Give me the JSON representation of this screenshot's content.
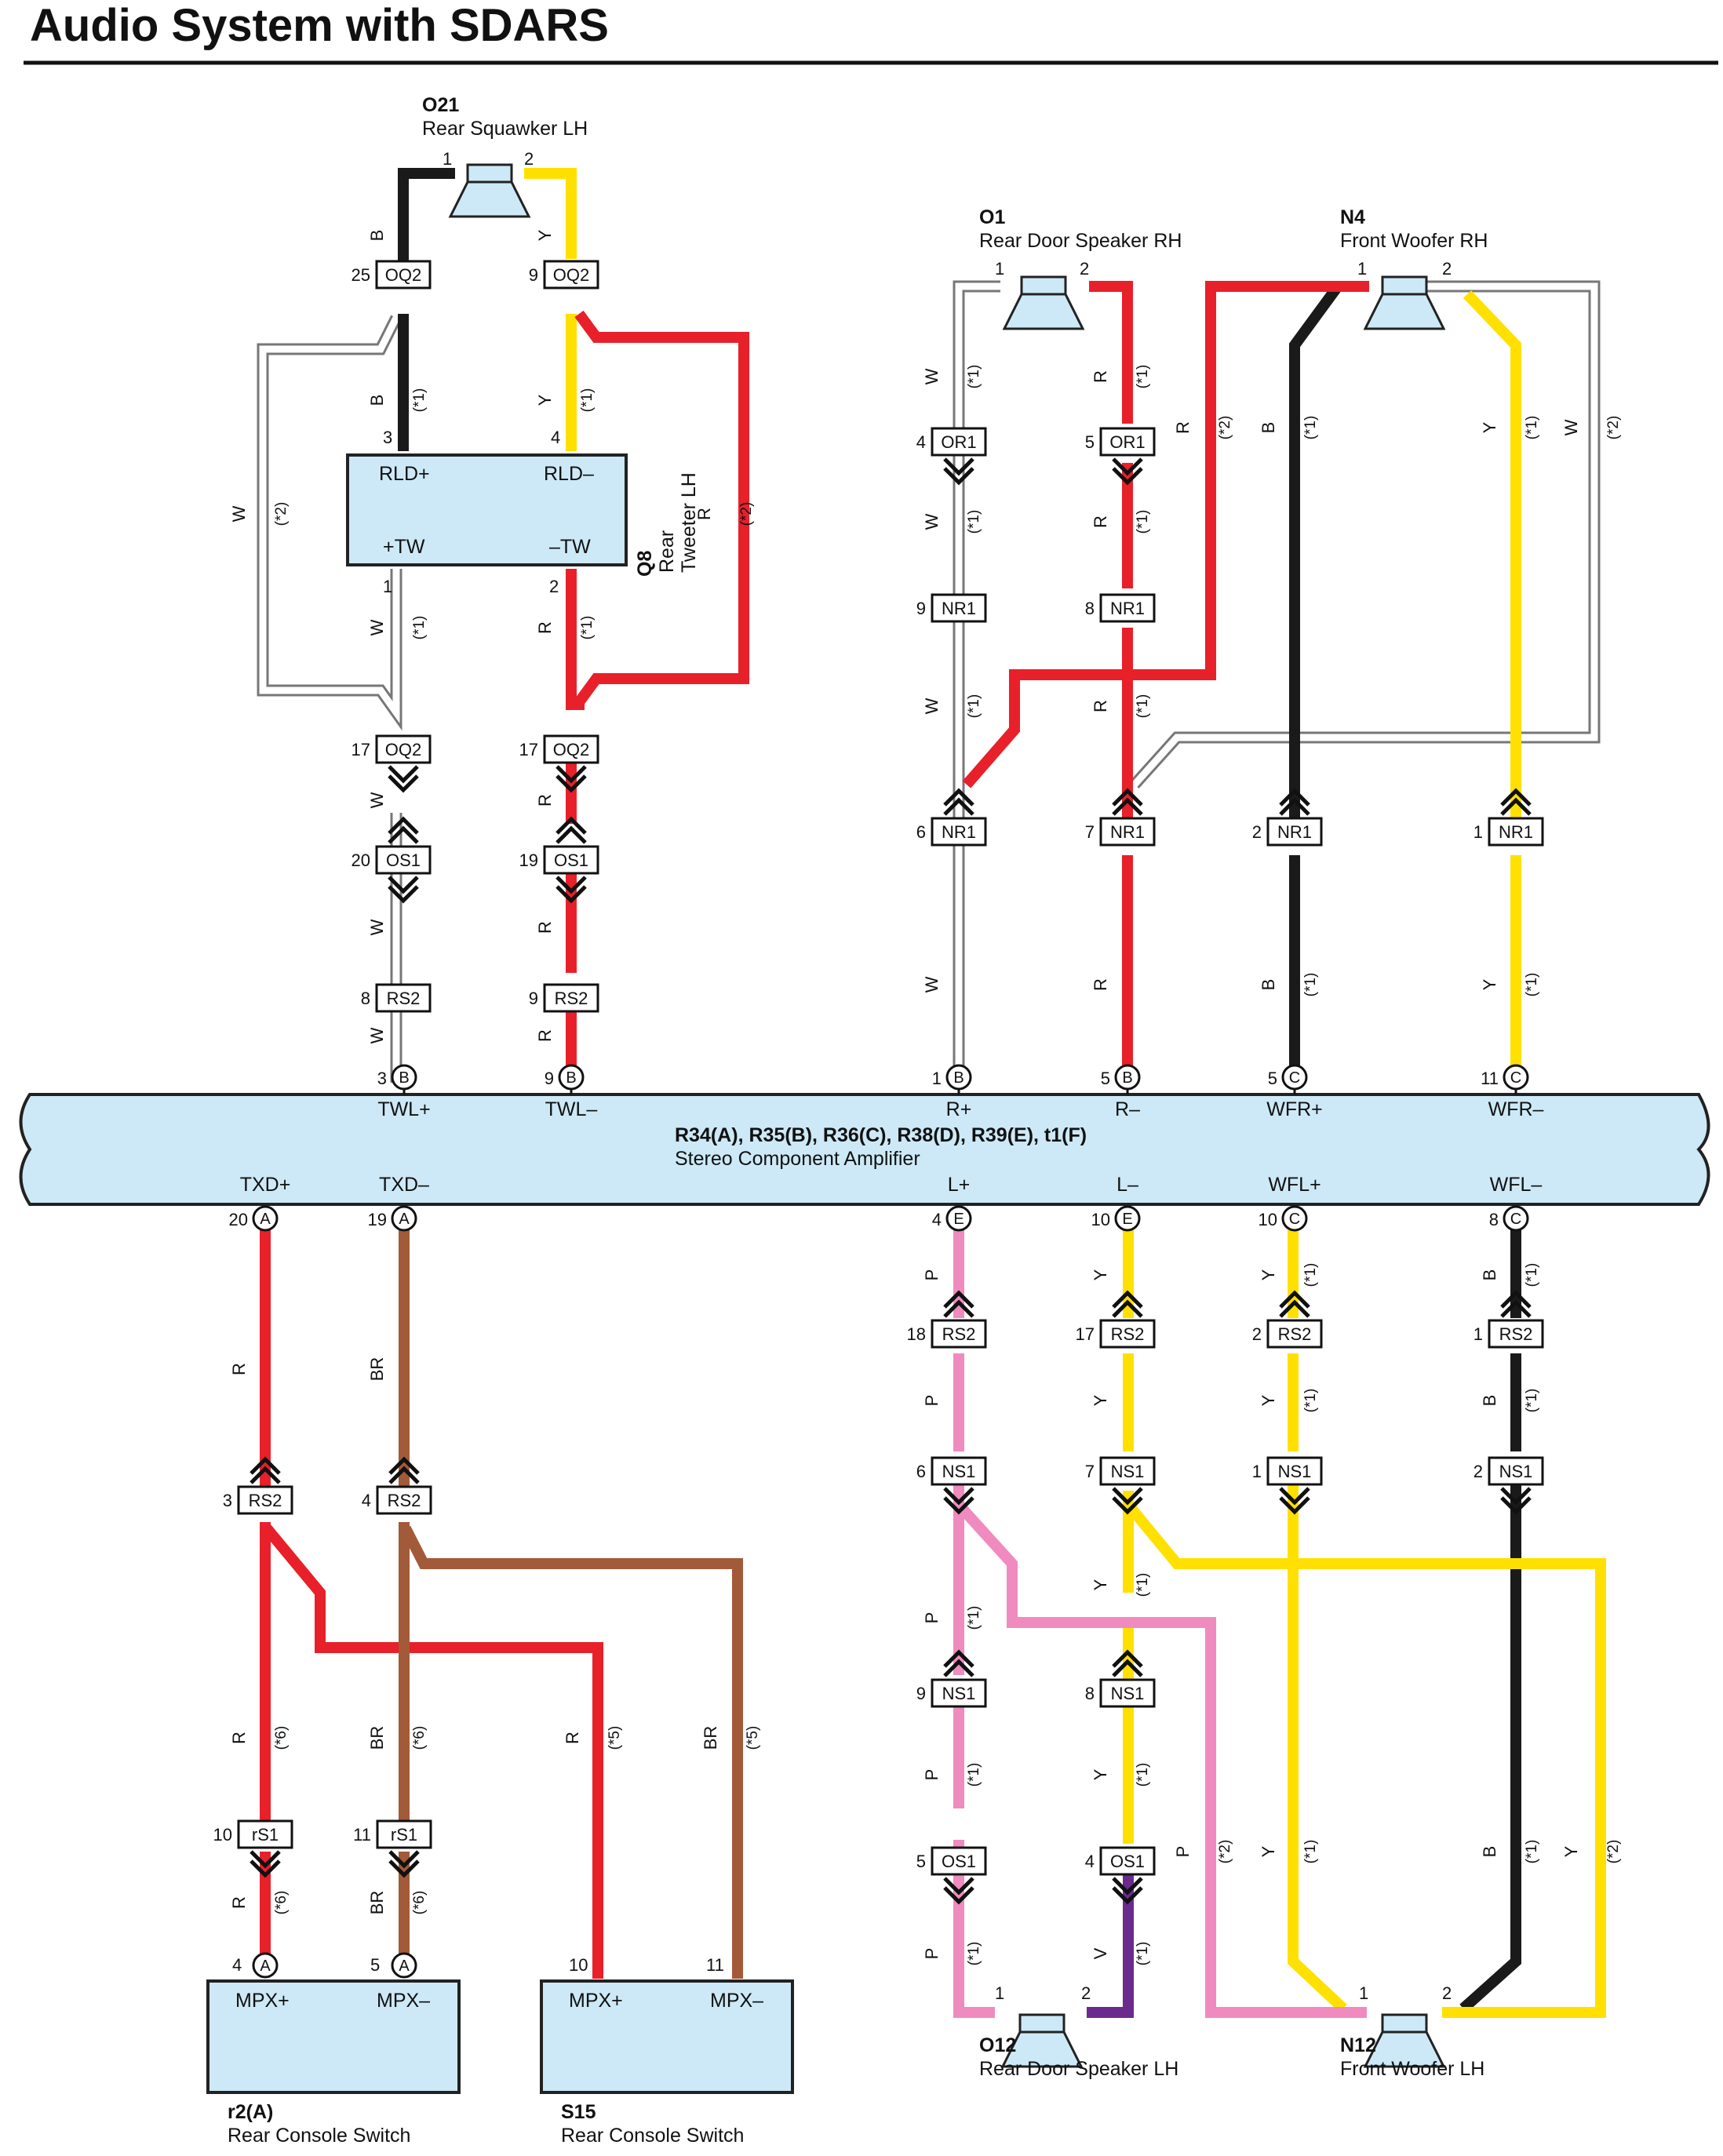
{
  "title": "Audio System with SDARS",
  "colors": {
    "R": "#e8202a",
    "B": "#1a1a1a",
    "Y": "#ffe000",
    "W": "#ffffff",
    "P": "#ef8bbf",
    "BR": "#a35a38",
    "V": "#6b2a8e",
    "component_fill": "#cde9f7",
    "outline": "#222222"
  },
  "components": {
    "o21": {
      "id": "O21",
      "name": "Rear Squawker LH",
      "pins": [
        "1",
        "2"
      ]
    },
    "o1": {
      "id": "O1",
      "name": "Rear Door Speaker RH",
      "pins": [
        "1",
        "2"
      ]
    },
    "n4": {
      "id": "N4",
      "name": "Front Woofer RH",
      "pins": [
        "1",
        "2"
      ]
    },
    "q8": {
      "id": "Q8",
      "name_line1": "Rear",
      "name_line2": "Tweeter LH",
      "pins_top": [
        "3",
        "4"
      ],
      "pins_bottom": [
        "1",
        "2"
      ],
      "terminals": [
        "RLD+",
        "RLD–",
        "+TW",
        "–TW"
      ]
    },
    "amp": {
      "id": "R34(A), R35(B), R36(C), R38(D), R39(E), t1(F)",
      "name": "Stereo Component Amplifier",
      "top_terms": [
        "TWL+",
        "TWL–",
        "R+",
        "R–",
        "WFR+",
        "WFR–"
      ],
      "top_pins": [
        "3",
        "9",
        "1",
        "5",
        "5",
        "11"
      ],
      "top_letters": [
        "B",
        "B",
        "B",
        "B",
        "C",
        "C"
      ],
      "bot_terms": [
        "TXD+",
        "TXD–",
        "L+",
        "L–",
        "WFL+",
        "WFL–"
      ],
      "bot_pins": [
        "20",
        "19",
        "4",
        "10",
        "10",
        "8"
      ],
      "bot_letters": [
        "A",
        "A",
        "E",
        "E",
        "C",
        "C"
      ]
    },
    "o12": {
      "id": "O12",
      "name": "Rear Door Speaker LH",
      "pins": [
        "1",
        "2"
      ]
    },
    "n12": {
      "id": "N12",
      "name": "Front Woofer LH",
      "pins": [
        "1",
        "2"
      ]
    },
    "r2": {
      "id": "r2(A)",
      "name": "Rear Console Switch",
      "pins": [
        "4",
        "5"
      ],
      "letters": [
        "A",
        "A"
      ],
      "terms": [
        "MPX+",
        "MPX–"
      ]
    },
    "s15": {
      "id": "S15",
      "name": "Rear Console Switch",
      "pins": [
        "10",
        "11"
      ],
      "terms": [
        "MPX+",
        "MPX–"
      ]
    }
  },
  "connectors": [
    {
      "n": "OQ2",
      "p": "25"
    },
    {
      "n": "OQ2",
      "p": "9"
    },
    {
      "n": "OQ2",
      "p": "17"
    },
    {
      "n": "OQ2",
      "p": "17"
    },
    {
      "n": "OS1",
      "p": "20"
    },
    {
      "n": "OS1",
      "p": "19"
    },
    {
      "n": "RS2",
      "p": "8"
    },
    {
      "n": "RS2",
      "p": "9"
    },
    {
      "n": "OR1",
      "p": "4"
    },
    {
      "n": "OR1",
      "p": "5"
    },
    {
      "n": "NR1",
      "p": "9"
    },
    {
      "n": "NR1",
      "p": "8"
    },
    {
      "n": "NR1",
      "p": "6"
    },
    {
      "n": "NR1",
      "p": "7"
    },
    {
      "n": "NR1",
      "p": "2"
    },
    {
      "n": "NR1",
      "p": "1"
    },
    {
      "n": "RS2",
      "p": "3"
    },
    {
      "n": "RS2",
      "p": "4"
    },
    {
      "n": "rS1",
      "p": "10"
    },
    {
      "n": "rS1",
      "p": "11"
    },
    {
      "n": "RS2",
      "p": "18"
    },
    {
      "n": "RS2",
      "p": "17"
    },
    {
      "n": "RS2",
      "p": "2"
    },
    {
      "n": "RS2",
      "p": "1"
    },
    {
      "n": "NS1",
      "p": "6"
    },
    {
      "n": "NS1",
      "p": "7"
    },
    {
      "n": "NS1",
      "p": "1"
    },
    {
      "n": "NS1",
      "p": "2"
    },
    {
      "n": "NS1",
      "p": "9"
    },
    {
      "n": "NS1",
      "p": "8"
    },
    {
      "n": "OS1",
      "p": "5"
    },
    {
      "n": "OS1",
      "p": "4"
    }
  ],
  "wire_labels": [
    {
      "c": "B"
    },
    {
      "c": "Y"
    },
    {
      "c": "B",
      "n": "(*1)"
    },
    {
      "c": "Y",
      "n": "(*1)"
    },
    {
      "c": "W",
      "n": "(*2)"
    },
    {
      "c": "R",
      "n": "(*2)"
    },
    {
      "c": "W",
      "n": "(*1)"
    },
    {
      "c": "R",
      "n": "(*1)"
    },
    {
      "c": "W"
    },
    {
      "c": "R"
    },
    {
      "c": "W"
    },
    {
      "c": "R"
    },
    {
      "c": "W"
    },
    {
      "c": "R"
    },
    {
      "c": "W",
      "n": "(*1)"
    },
    {
      "c": "R",
      "n": "(*1)"
    },
    {
      "c": "R",
      "n": "(*2)"
    },
    {
      "c": "B",
      "n": "(*1)"
    },
    {
      "c": "Y",
      "n": "(*1)"
    },
    {
      "c": "W",
      "n": "(*2)"
    },
    {
      "c": "W",
      "n": "(*1)"
    },
    {
      "c": "R",
      "n": "(*1)"
    },
    {
      "c": "W",
      "n": "(*1)"
    },
    {
      "c": "R",
      "n": "(*1)"
    },
    {
      "c": "W"
    },
    {
      "c": "R"
    },
    {
      "c": "B",
      "n": "(*1)"
    },
    {
      "c": "Y",
      "n": "(*1)"
    },
    {
      "c": "R"
    },
    {
      "c": "BR"
    },
    {
      "c": "R",
      "n": "(*6)"
    },
    {
      "c": "BR",
      "n": "(*6)"
    },
    {
      "c": "R",
      "n": "(*5)"
    },
    {
      "c": "BR",
      "n": "(*5)"
    },
    {
      "c": "R",
      "n": "(*6)"
    },
    {
      "c": "BR",
      "n": "(*6)"
    },
    {
      "c": "P"
    },
    {
      "c": "Y"
    },
    {
      "c": "Y",
      "n": "(*1)"
    },
    {
      "c": "B",
      "n": "(*1)"
    },
    {
      "c": "P"
    },
    {
      "c": "Y"
    },
    {
      "c": "Y",
      "n": "(*1)"
    },
    {
      "c": "B",
      "n": "(*1)"
    },
    {
      "c": "P",
      "n": "(*1)"
    },
    {
      "c": "Y",
      "n": "(*1)"
    },
    {
      "c": "P",
      "n": "(*1)"
    },
    {
      "c": "Y",
      "n": "(*1)"
    },
    {
      "c": "P",
      "n": "(*2)"
    },
    {
      "c": "Y",
      "n": "(*1)"
    },
    {
      "c": "B",
      "n": "(*1)"
    },
    {
      "c": "Y",
      "n": "(*2)"
    },
    {
      "c": "P",
      "n": "(*1)"
    },
    {
      "c": "V",
      "n": "(*1)"
    }
  ]
}
